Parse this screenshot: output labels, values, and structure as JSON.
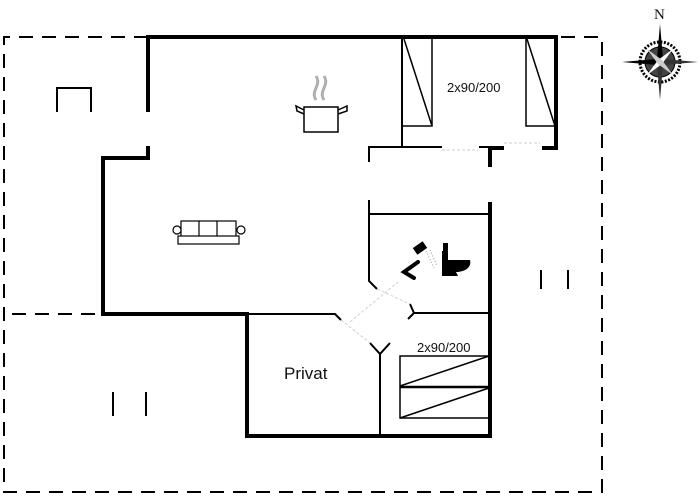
{
  "floorplan": {
    "rooms": [
      {
        "id": "bedroom-1",
        "label": "2x90/200"
      },
      {
        "id": "bedroom-2",
        "label": "2x90/200"
      },
      {
        "id": "private",
        "label": "Privat"
      }
    ],
    "icons": [
      "kitchen-pot-icon",
      "sofa-icon",
      "shower-icon",
      "toilet-icon",
      "compass-rose-icon"
    ],
    "compass": {
      "north_label": "N"
    },
    "colors": {
      "wall": "#000000",
      "background": "#ffffff",
      "steam": "#b0b0b0"
    }
  }
}
